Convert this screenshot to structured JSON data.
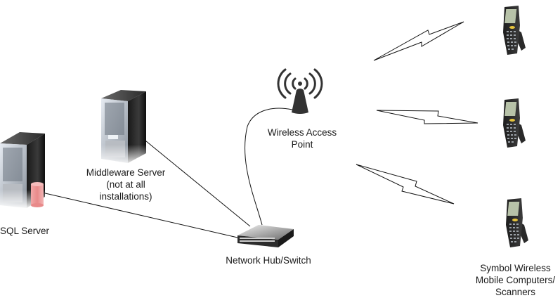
{
  "diagram": {
    "title": "Wireless network architecture",
    "nodes": [
      {
        "id": "sql-server",
        "type": "tower-server-with-database",
        "label": "SQL Server"
      },
      {
        "id": "middleware-server",
        "type": "tower-server",
        "label_lines": [
          "Middleware Server",
          "(not at all",
          "installations)"
        ]
      },
      {
        "id": "network-hub",
        "type": "network-switch",
        "label": "Network Hub/Switch"
      },
      {
        "id": "wireless-access-point",
        "type": "wireless-antenna",
        "label_lines": [
          "Wireless Access",
          "Point"
        ]
      },
      {
        "id": "scanner-1",
        "type": "mobile-scanner"
      },
      {
        "id": "scanner-2",
        "type": "mobile-scanner"
      },
      {
        "id": "scanner-3",
        "type": "mobile-scanner"
      },
      {
        "id": "scanners-group",
        "label_lines": [
          "Symbol Wireless",
          "Mobile Computers/",
          "Scanners"
        ]
      }
    ],
    "edges": [
      {
        "from": "sql-server",
        "to": "network-hub",
        "style": "line"
      },
      {
        "from": "middleware-server",
        "to": "network-hub",
        "style": "line"
      },
      {
        "from": "network-hub",
        "to": "wireless-access-point",
        "style": "curve"
      },
      {
        "from": "wireless-access-point",
        "to": "scanner-1",
        "style": "lightning-bolt"
      },
      {
        "from": "wireless-access-point",
        "to": "scanner-2",
        "style": "lightning-bolt"
      },
      {
        "from": "wireless-access-point",
        "to": "scanner-3",
        "style": "lightning-bolt"
      }
    ],
    "colors": {
      "line": "#111111",
      "database": "#e88a8a",
      "server_body": "#2a2a2a",
      "antenna": "#333333"
    }
  }
}
